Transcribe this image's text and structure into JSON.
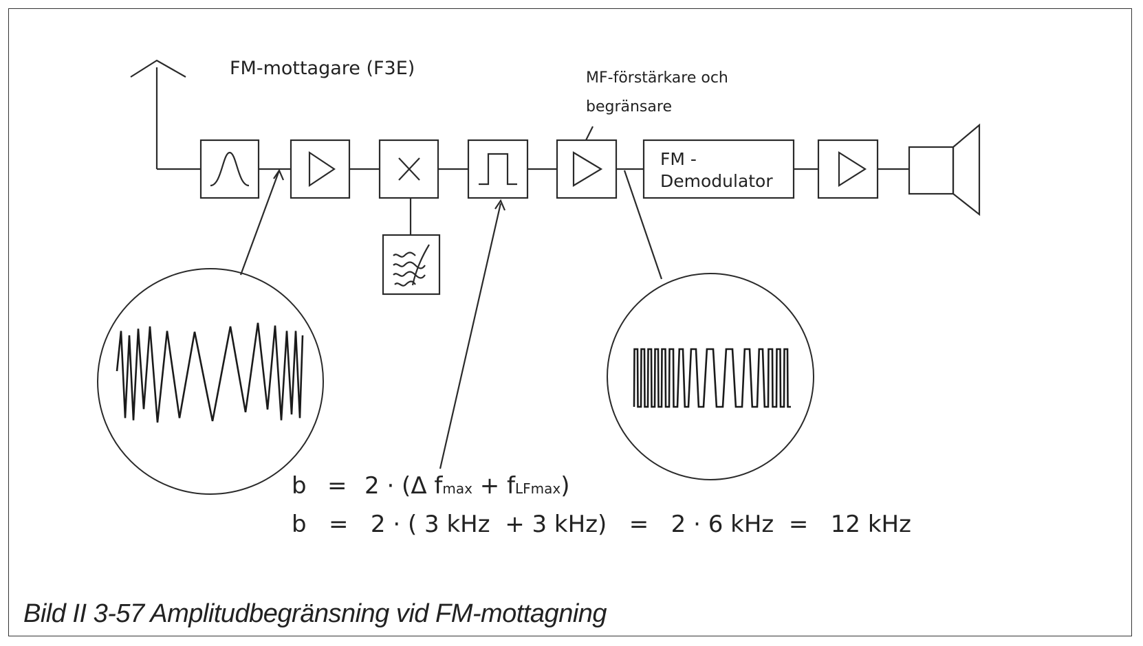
{
  "title": "FM-mottagare (F3E)",
  "if_label_line1": "MF-förstärkare och",
  "if_label_line2": "begränsare",
  "demod_line1": "FM -",
  "demod_line2": "Demodulator",
  "formula_line1": {
    "lhs": "b",
    "eq": "=",
    "prefix": "2 · (Δ f",
    "sub1": "max",
    "plus": " + f",
    "sub2": "LFmax",
    "close": ")"
  },
  "formula_line2": "b   =   2 · ( 3 kHz  + 3 kHz)   =   2 · 6 kHz  =   12 kHz",
  "caption": "Bild II 3-57  Amplitudbegränsning vid FM-mottagning"
}
